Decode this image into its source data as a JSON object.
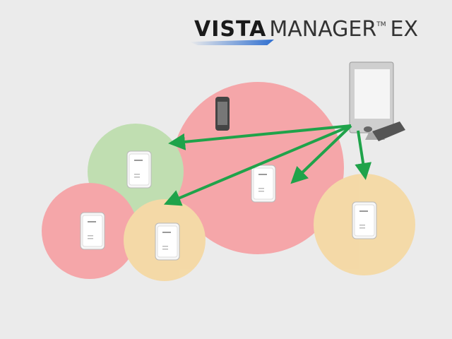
{
  "logo": {
    "brand": "VISTA",
    "product": "MANAGER",
    "trademark": "TM",
    "edition": "EX"
  },
  "colors": {
    "red_zone": "#f79a9e",
    "green_zone": "#b9dca8",
    "orange_zone": "#f6d79c",
    "arrow": "#1fa34a",
    "background": "#ebebeb"
  }
}
